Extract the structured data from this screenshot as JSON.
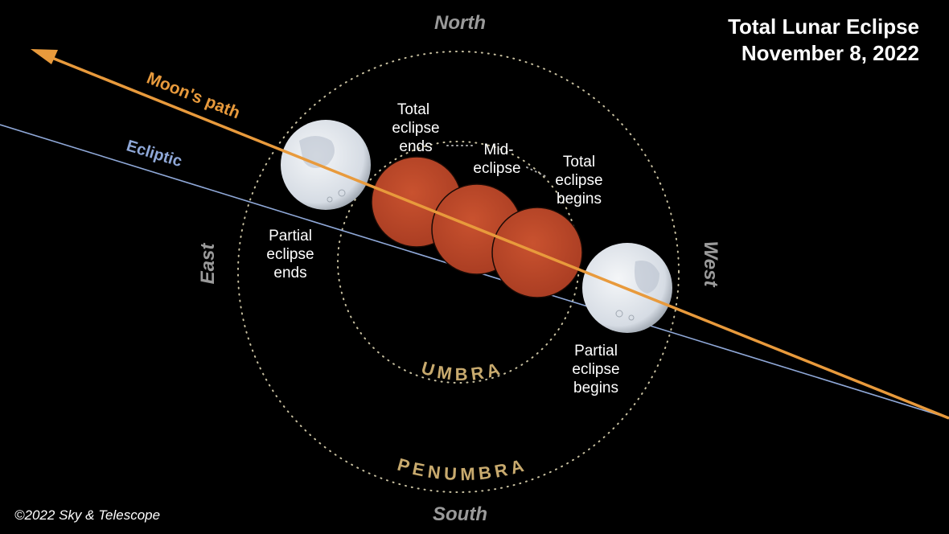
{
  "title": {
    "line1": "Total Lunar Eclipse",
    "line2": "November 8, 2022"
  },
  "directions": {
    "north": "North",
    "south": "South",
    "east": "East",
    "west": "West"
  },
  "zones": {
    "umbra": "UMBRA",
    "penumbra": "PENUMBRA"
  },
  "paths": {
    "moon_path": "Moon's path",
    "ecliptic": "Ecliptic"
  },
  "labels": {
    "total_ends": [
      "Total",
      "eclipse",
      "ends"
    ],
    "mid": [
      "Mid-",
      "eclipse"
    ],
    "total_begins": [
      "Total",
      "eclipse",
      "begins"
    ],
    "partial_ends": [
      "Partial",
      "eclipse",
      "ends"
    ],
    "partial_begins": [
      "Partial",
      "eclipse",
      "begins"
    ]
  },
  "credit": "©2022 Sky & Telescope",
  "colors": {
    "background": "#000000",
    "moon_path": "#e89a3c",
    "ecliptic": "#8fa8d8",
    "eclipsed_moon": "#c04a2c",
    "full_moon": "#e4e8ee",
    "zone_text": "#c8aa6e",
    "circle": "#c8c0a0"
  }
}
